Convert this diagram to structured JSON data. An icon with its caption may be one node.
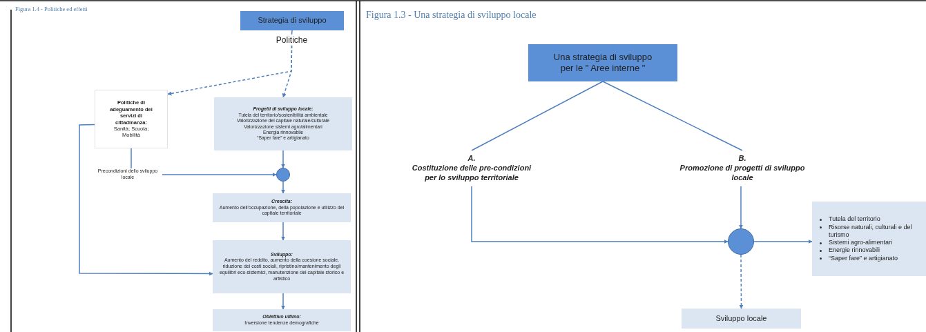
{
  "diagram": {
    "nodes": [
      {
        "text": [
          "Strategia di sviluppo"
        ]
      },
      {
        "text": [
          "Politiche"
        ]
      },
      {
        "text": [
          "Politiche di adeguamento dei servizi di cittadinanza:",
          "Sanità; Scuola; Mobilità"
        ]
      },
      {
        "text": [
          "Progetti di sviluppo locale:",
          "Tutela del territorio/sostenibilità ambientale",
          "Valorizzazione del capitale naturale/culturale",
          "Valorizzazione sistemi agro/alimentari",
          "Energia rinnovabile",
          "“Saper fare” e artigianato"
        ]
      },
      {
        "text": [
          "Precondizioni dello sviluppo locale"
        ]
      },
      {
        "text": [],
        "shape": "circle"
      },
      {
        "text": [
          "Crescita:",
          "Aumento dell'occupazione, della popolazione e utilizzo del capitale territoriale"
        ]
      },
      {
        "text": [
          "Sviluppo:",
          "Aumento del reddito, aumento della coesione sociale, riduzione dei costi sociali, ripristino/mantenimento degli equilibri eco-sistemici, manutenzione del capitale storico e artistico"
        ]
      },
      {
        "text": [
          "Obiettivo ultimo:",
          "Inversione tendenze demografiche"
        ]
      },
      {
        "text": [
          "Una strategia di sviluppo per le \" Aree interne \""
        ]
      },
      {
        "text": [
          "A.",
          "Costituzione delle pre-condizioni per lo sviluppo territoriale"
        ]
      },
      {
        "text": [
          "B.",
          "Promozione di progetti di sviluppo locale"
        ]
      },
      {
        "text": [],
        "shape": "circle"
      },
      {
        "text": [
          "Tutela del territorio",
          "Risorse naturali, culturali e del turismo",
          "Sistemi agro-alimentari",
          "Energie rinnovabili",
          "“Saper fare” e artigianato"
        ]
      },
      {
        "text": [
          "Sviluppo locale"
        ]
      }
    ],
    "edges": [
      {
        "from": 0,
        "to": 1,
        "arrow": "none"
      },
      {
        "from": 1,
        "to": 2,
        "arrow": "to",
        "style": "dashed"
      },
      {
        "from": 1,
        "to": 3,
        "arrow": "to",
        "style": "dashed"
      },
      {
        "from": 2,
        "to": 4,
        "arrow": "none"
      },
      {
        "from": 4,
        "to": 5,
        "arrow": "to"
      },
      {
        "from": 3,
        "to": 5,
        "arrow": "to"
      },
      {
        "from": 5,
        "to": 6,
        "arrow": "to"
      },
      {
        "from": 6,
        "to": 7,
        "arrow": "to"
      },
      {
        "from": 2,
        "to": 7,
        "arrow": "to"
      },
      {
        "from": 7,
        "to": 8,
        "arrow": "to"
      },
      {
        "from": 9,
        "to": 10,
        "arrow": "none"
      },
      {
        "from": 9,
        "to": 11,
        "arrow": "none"
      },
      {
        "from": 10,
        "to": 12,
        "arrow": "to"
      },
      {
        "from": 11,
        "to": 12,
        "arrow": "to"
      },
      {
        "from": 12,
        "to": 13,
        "arrow": "to"
      },
      {
        "from": 12,
        "to": 14,
        "arrow": "to",
        "style": "dashed"
      }
    ],
    "labels": [
      "Figura 1.4 - Politiche ed effetti",
      "Figura 1.3 - Una strategia di sviluppo locale"
    ]
  }
}
